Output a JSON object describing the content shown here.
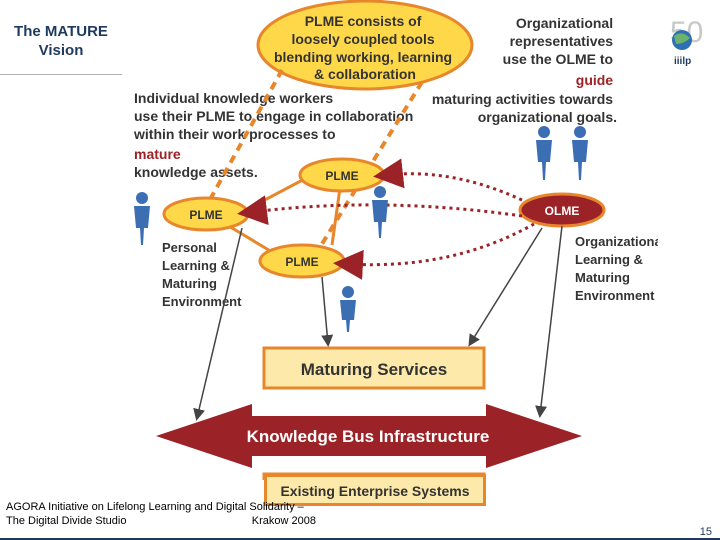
{
  "slide": {
    "title_line1": "The MATURE",
    "title_line2": "Vision",
    "page_number": "15"
  },
  "footer": {
    "line1": "AGORA Initiative on Lifelong Learning and Digital Solidarity –",
    "line2_left": "The Digital Divide Studio",
    "line2_right": "Krakow 2008"
  },
  "logo": {
    "text": "iiilp",
    "number": "50"
  },
  "diagram": {
    "callout_top": [
      "PLME consists of",
      "loosely coupled tools",
      "blending working, learning",
      "& collaboration"
    ],
    "org_reps": [
      "Organizational",
      "representatives",
      "use the OLME to",
      "guide",
      "maturing activities towards",
      "organizational goals."
    ],
    "individual": [
      "Individual knowledge workers",
      "use their PLME to engage in collaboration",
      "within their work processes to",
      "mature",
      "knowledge assets."
    ],
    "plme_label": "PLME",
    "olme_label": "OLME",
    "personal_env": [
      "Personal",
      "Learning &",
      "Maturing",
      "Environment"
    ],
    "org_env": [
      "Organizational",
      "Learning &",
      "Maturing",
      "Environment"
    ],
    "maturing_services": "Maturing Services",
    "knowledge_bus": "Knowledge Bus Infrastructure",
    "enterprise_systems": "Existing Enterprise Systems"
  },
  "colors": {
    "dark_red": "#9b2226",
    "orange": "#e8862c",
    "yellow_fill": "#ffd84a",
    "box_fill": "#fde9a9",
    "box_border": "#e8862c",
    "navy": "#1f3a5f",
    "person_blue": "#3c6eb4"
  }
}
